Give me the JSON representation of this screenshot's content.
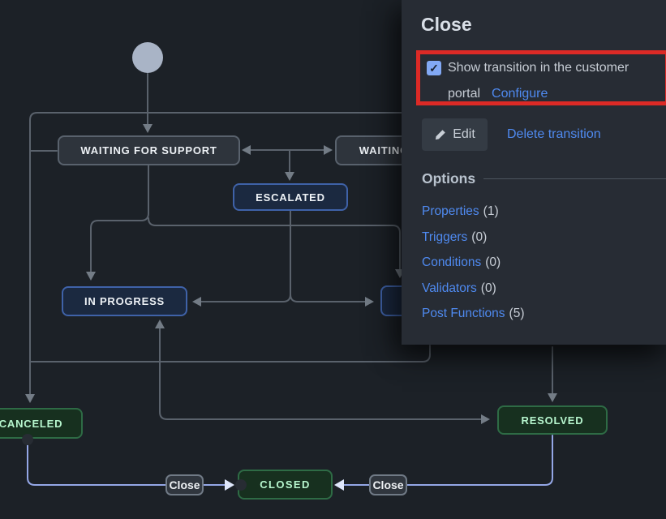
{
  "diagram": {
    "start_node": {
      "name": "start"
    },
    "statuses": [
      {
        "id": "waiting-for-support",
        "label": "WAITING FOR SUPPORT",
        "style": "gray"
      },
      {
        "id": "waiting-for-customer",
        "label": "WAITING FOR CUSTOMER",
        "style": "gray"
      },
      {
        "id": "escalated",
        "label": "ESCALATED",
        "style": "blue"
      },
      {
        "id": "in-progress",
        "label": "IN PROGRESS",
        "style": "blue"
      },
      {
        "id": "hidden-status",
        "label": "",
        "style": "blue"
      },
      {
        "id": "canceled",
        "label": "CANCELED",
        "style": "green"
      },
      {
        "id": "resolved",
        "label": "RESOLVED",
        "style": "green"
      },
      {
        "id": "closed",
        "label": "CLOSED",
        "style": "green"
      }
    ],
    "transition_labels": [
      {
        "label": "Close"
      },
      {
        "label": "Close"
      }
    ]
  },
  "panel": {
    "title": "Close",
    "customer_portal": {
      "checkbox_checked": true,
      "check_glyph": "✓",
      "label": "Show transition in the customer portal",
      "configure_label": "Configure"
    },
    "edit_button_label": "Edit",
    "delete_link_label": "Delete transition",
    "options_heading": "Options",
    "options": [
      {
        "label": "Properties",
        "count": "(1)"
      },
      {
        "label": "Triggers",
        "count": "(0)"
      },
      {
        "label": "Conditions",
        "count": "(0)"
      },
      {
        "label": "Validators",
        "count": "(0)"
      },
      {
        "label": "Post Functions",
        "count": "(5)"
      }
    ]
  },
  "colors": {
    "page_background": "#1c2127",
    "panel_background": "#272c34",
    "link_blue": "#4f8af0",
    "highlight_red": "#dc2a26",
    "edge_gray": "#5a626c",
    "edge_blue": "#94a7e6",
    "node_gray": "#2e343c",
    "node_blue": "#1b2940",
    "node_green": "#17301f",
    "node_green_text": "#b7f6ce",
    "start_circle": "#a9b4c6",
    "checkbox_blue": "#82a9f5"
  }
}
